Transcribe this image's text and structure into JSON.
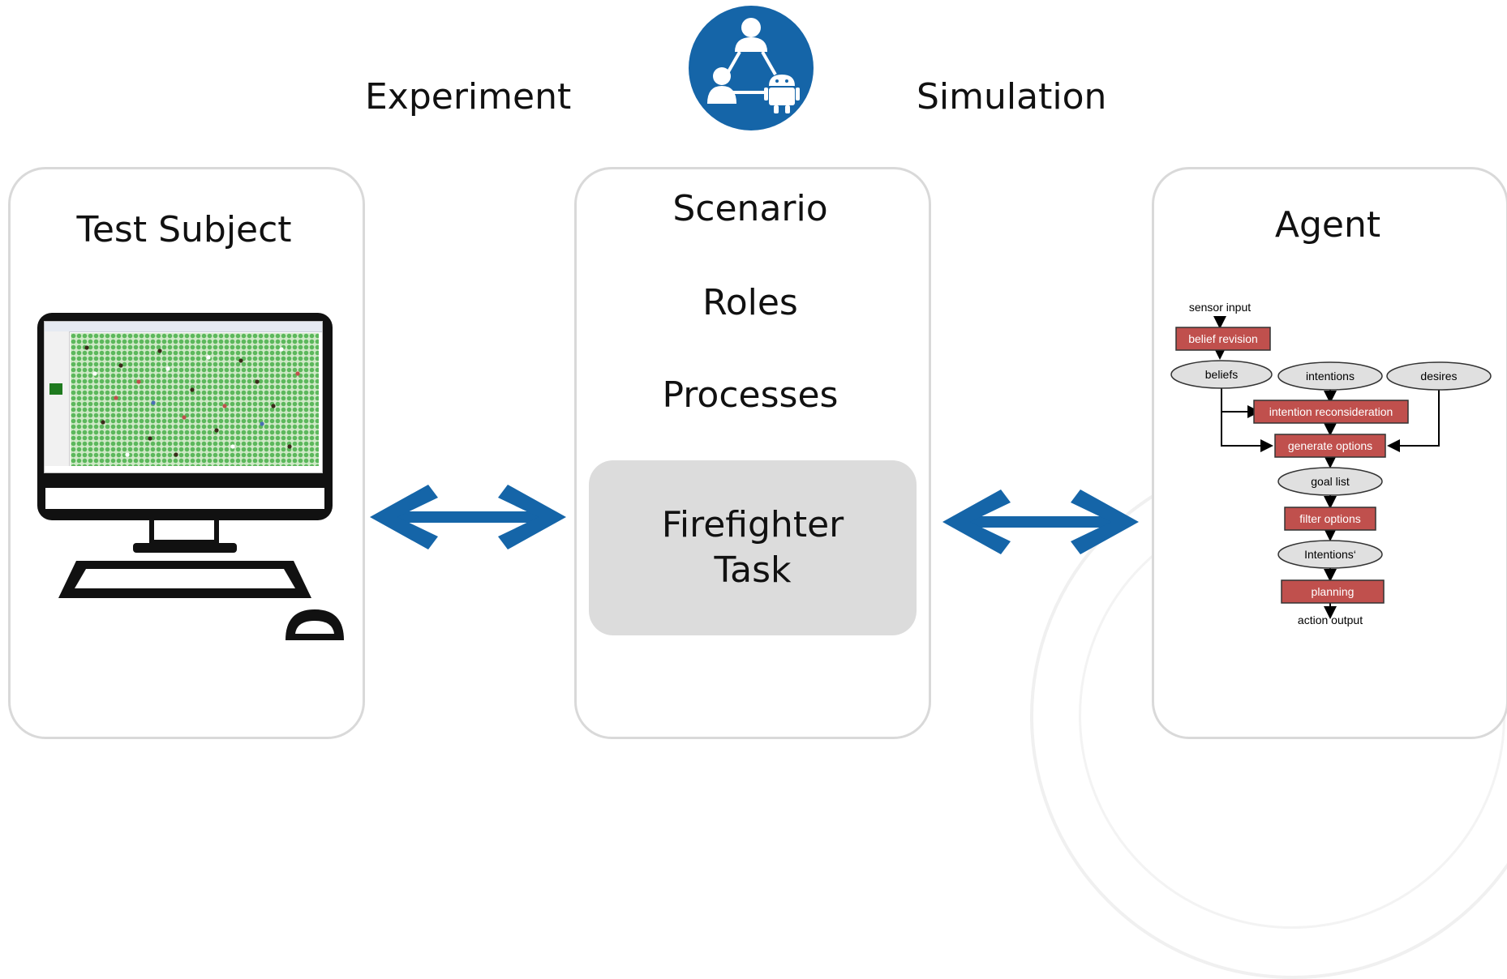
{
  "header": {
    "left_label": "Experiment",
    "right_label": "Simulation",
    "icon": "people-android-network-icon"
  },
  "left_panel": {
    "title": "Test Subject",
    "illustration": "desktop-computer-icon"
  },
  "center_panel": {
    "items": [
      "Scenario",
      "Roles",
      "Processes"
    ],
    "task": {
      "line1": "Firefighter",
      "line2": "Task"
    }
  },
  "right_panel": {
    "title": "Agent",
    "flow": {
      "sensor_input": "sensor input",
      "belief_revision": "belief revision",
      "beliefs": "beliefs",
      "intentions": "intentions",
      "desires": "desires",
      "intention_reconsideration": "intention reconsideration",
      "generate_options": "generate options",
      "goal_list": "goal list",
      "filter_options": "filter options",
      "intentions_prime": "Intentions‘",
      "planning": "planning",
      "action_output": "action output"
    }
  },
  "arrows": {
    "left": "bidirectional-arrow-icon",
    "right": "bidirectional-arrow-icon"
  },
  "colors": {
    "blue": "#1565a8",
    "panel_border": "#d9d9d9",
    "task_fill": "#dcdcdc",
    "flow_box_red": "#c0504d",
    "flow_ellipse": "#e0e0e0",
    "grid_green": "#5cb85c"
  }
}
